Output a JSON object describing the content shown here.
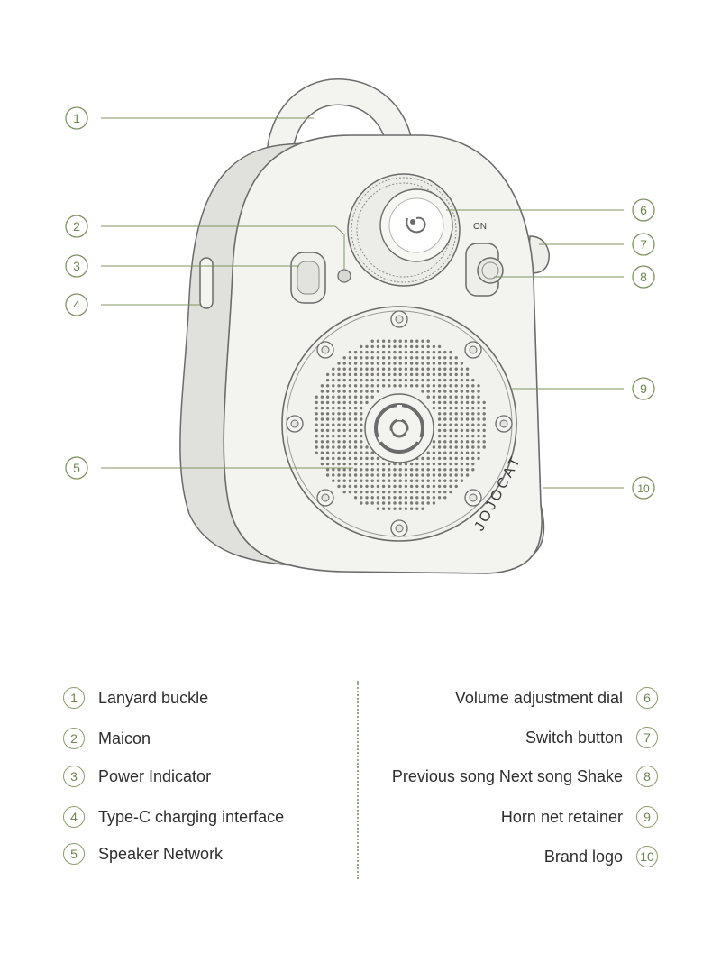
{
  "diagram": {
    "brand_logo_text": "JOJOCAT",
    "switch_label": "ON",
    "colors": {
      "callout_green": "#7f9460",
      "outline_gray": "#6b6b6b",
      "body_fill": "#f3f3f0",
      "side_fill": "#e0e0dc",
      "grille_dot": "#7a7a72"
    }
  },
  "callouts": [
    {
      "num": "1",
      "label": "Lanyard buckle"
    },
    {
      "num": "2",
      "label": "Maicon"
    },
    {
      "num": "3",
      "label": "Power Indicator"
    },
    {
      "num": "4",
      "label": "Type-C charging interface"
    },
    {
      "num": "5",
      "label": "Speaker Network"
    },
    {
      "num": "6",
      "label": "Volume adjustment dial"
    },
    {
      "num": "7",
      "label": "Switch button"
    },
    {
      "num": "8",
      "label": "Previous song Next song Shake"
    },
    {
      "num": "9",
      "label": "Horn net retainer"
    },
    {
      "num": "10",
      "label": "Brand logo"
    }
  ]
}
